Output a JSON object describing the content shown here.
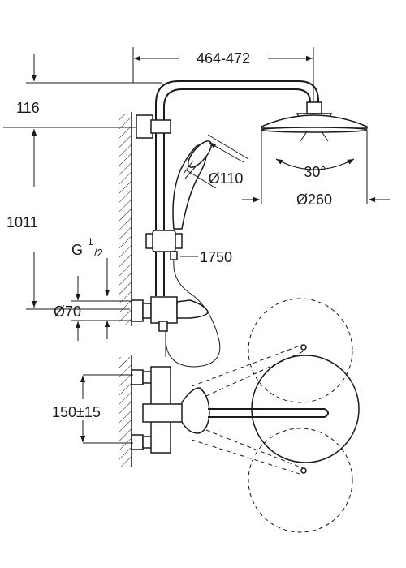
{
  "dimensions": {
    "arm_length": "464-472",
    "wall_offset": "116",
    "height_to_arm": "1011",
    "handshower_diameter": "Ø110",
    "head_diameter": "Ø260",
    "tilt_angle": "30°",
    "thread": {
      "main": "G",
      "fraction": "1",
      "denominator": "/2"
    },
    "rail_height": "1750",
    "rosette": "Ø70",
    "centres": "150±15"
  }
}
